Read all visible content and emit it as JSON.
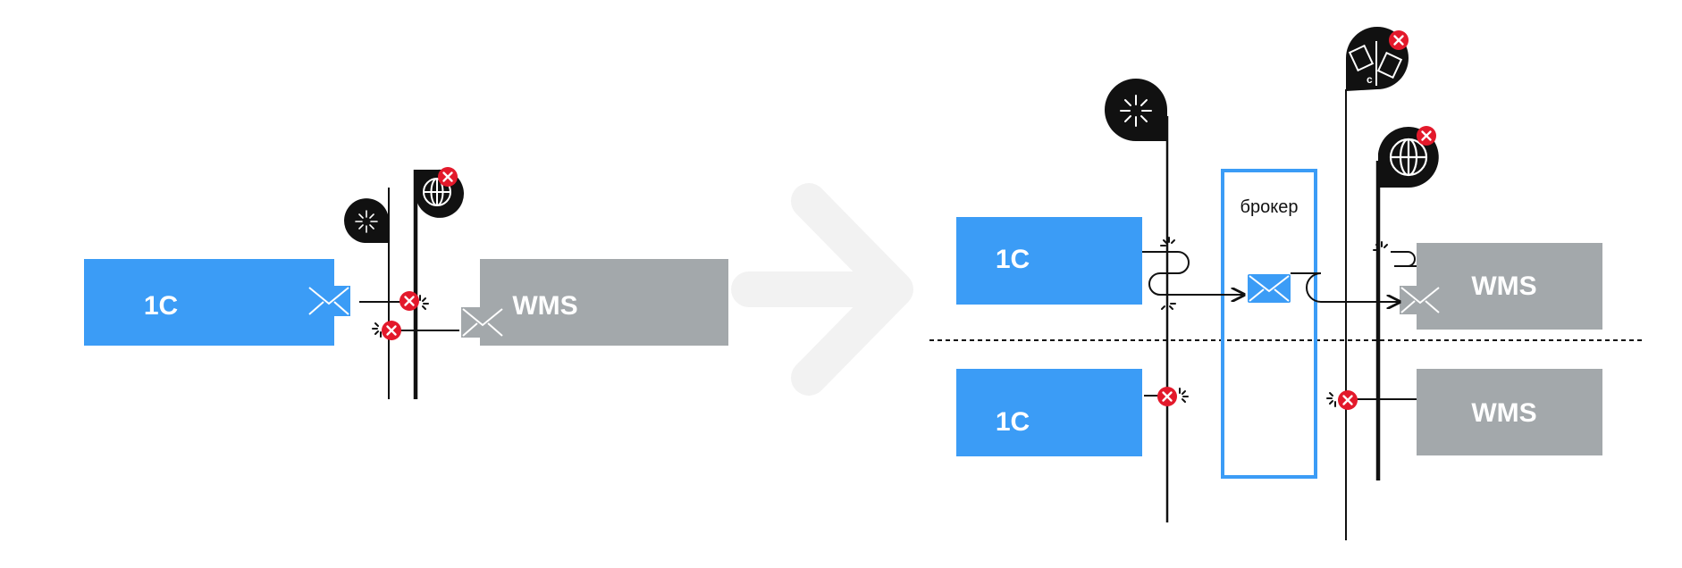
{
  "left": {
    "source_label": "1С",
    "target_label": "WMS"
  },
  "right": {
    "top_source_label": "1С",
    "top_target_label": "WMS",
    "bottom_source_label": "1С",
    "bottom_target_label": "WMS",
    "broker_label": "брокер"
  },
  "colors": {
    "source_blue": "#3b9cf6",
    "target_gray": "#a3a8ab",
    "error_red": "#e3192b",
    "arrow_gray": "#f2f2f2",
    "ink": "#111111"
  },
  "icons": [
    "envelope-icon",
    "server-loading-icon",
    "globe-icon",
    "error-icon",
    "document-sync-icon"
  ]
}
